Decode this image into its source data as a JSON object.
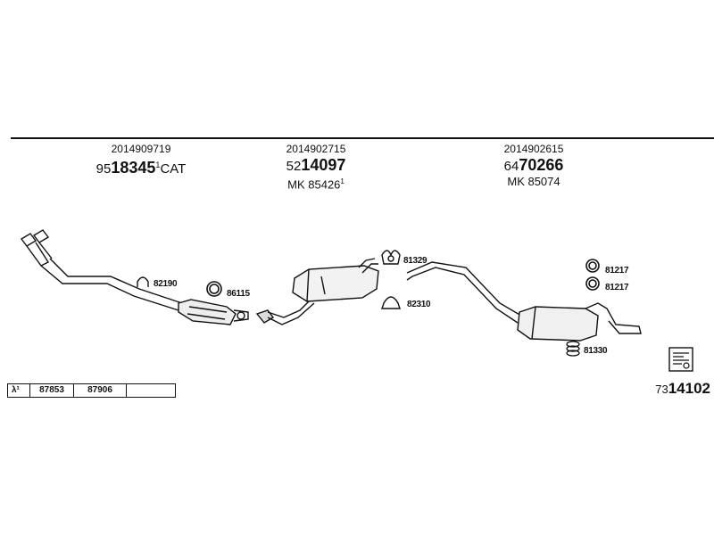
{
  "sections": [
    {
      "oem": "2014909719",
      "part_prefix": "95",
      "part_main": "18345",
      "part_sup": "1",
      "part_suffix": "CAT",
      "mk": "",
      "mk_sup": ""
    },
    {
      "oem": "2014902715",
      "part_prefix": "52",
      "part_main": "14097",
      "part_sup": "",
      "part_suffix": "",
      "mk": "MK 85426",
      "mk_sup": "1"
    },
    {
      "oem": "2014902615",
      "part_prefix": "64",
      "part_main": "70266",
      "part_sup": "",
      "part_suffix": "",
      "mk": "MK 85074",
      "mk_sup": ""
    }
  ],
  "labels": {
    "clamp_82190": "82190",
    "ring_86115": "86115",
    "hanger_81329": "81329",
    "hanger_82310": "82310",
    "ring_81217_a": "81217",
    "ring_81217_b": "81217",
    "mount_81330": "81330"
  },
  "bottom_table": {
    "lambda": "λ¹",
    "cell1": "87853",
    "cell2": "87906",
    "cell3": ""
  },
  "reference": {
    "prefix": "73",
    "main": "14102"
  },
  "icons": [
    "lambda-sensor-icon",
    "clamp-icon",
    "ring-icon",
    "rubber-hanger-icon",
    "bracket-icon",
    "manual-book-icon"
  ]
}
